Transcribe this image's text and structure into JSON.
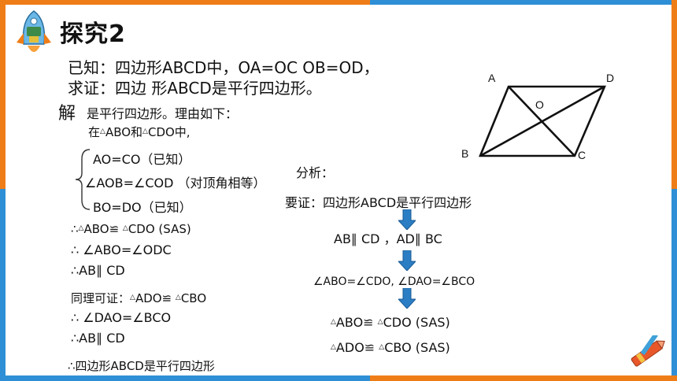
{
  "colors": {
    "orange": "#ef7d17",
    "blue": "#2e8fd6",
    "arrow": "#2b7ec4",
    "text": "#111111"
  },
  "title": "探究2",
  "given": "已知：四边形ABCD中，OA=OC   OB=OD，",
  "prove": "求证：四边 形ABCD是平行四边形。",
  "solve_char": "解",
  "solution": {
    "intro": "是平行四边形。理由如下：",
    "in_tri_prefix": "在",
    "in_tri_a": "ABO和",
    "in_tri_b": "CDO中,",
    "eq1": "AO=CO（已知）",
    "eq2": "∠AOB=∠COD （对顶角相等）",
    "eq3": "BO=DO（已知）",
    "c1_pre": "∴",
    "c1_a": "ABO≌ ",
    "c1_b": "CDO   (SAS)",
    "c2": "∴ ∠ABO=∠ODC",
    "c3": "∴AB∥ CD",
    "same_pre": "同理可证：",
    "same_a": "ADO≌ ",
    "same_b": "CBO",
    "c4": "∴ ∠DAO=∠BCO",
    "c5": "∴AB∥ CD",
    "final": "∴四边形ABCD是平行四边形"
  },
  "analysis": {
    "heading": "分析：",
    "goal": "要证：四边形ABCD是平行四边形",
    "step1": "AB∥ CD ，AD∥ BC",
    "step2": "∠ABO=∠CDO, ∠DAO=∠BCO",
    "step3_a": "ABO≌ ",
    "step3_b": "CDO   (SAS)",
    "step4_a": "ADO≌ ",
    "step4_b": "CBO   (SAS)"
  },
  "figure": {
    "labels": {
      "A": "A",
      "B": "B",
      "C": "C",
      "D": "D",
      "O": "O"
    }
  },
  "icons": [
    "rocket-icon",
    "crayon-icon",
    "triangle-symbol",
    "brace-icon",
    "down-arrow-icon"
  ]
}
